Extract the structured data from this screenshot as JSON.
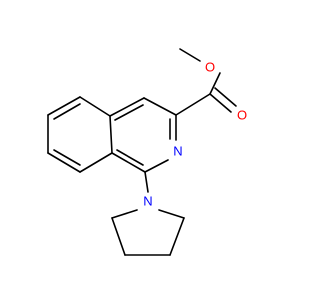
{
  "molecule": {
    "atoms": [
      {
        "id": "O_methoxy",
        "label": "O",
        "color": "#ff0000"
      },
      {
        "id": "O_carbonyl",
        "label": "O",
        "color": "#ff0000"
      },
      {
        "id": "N_ring",
        "label": "N",
        "color": "#0000ff"
      },
      {
        "id": "N_pyrrolidine",
        "label": "N",
        "color": "#0000ff"
      }
    ],
    "bond_color": "#000000"
  }
}
